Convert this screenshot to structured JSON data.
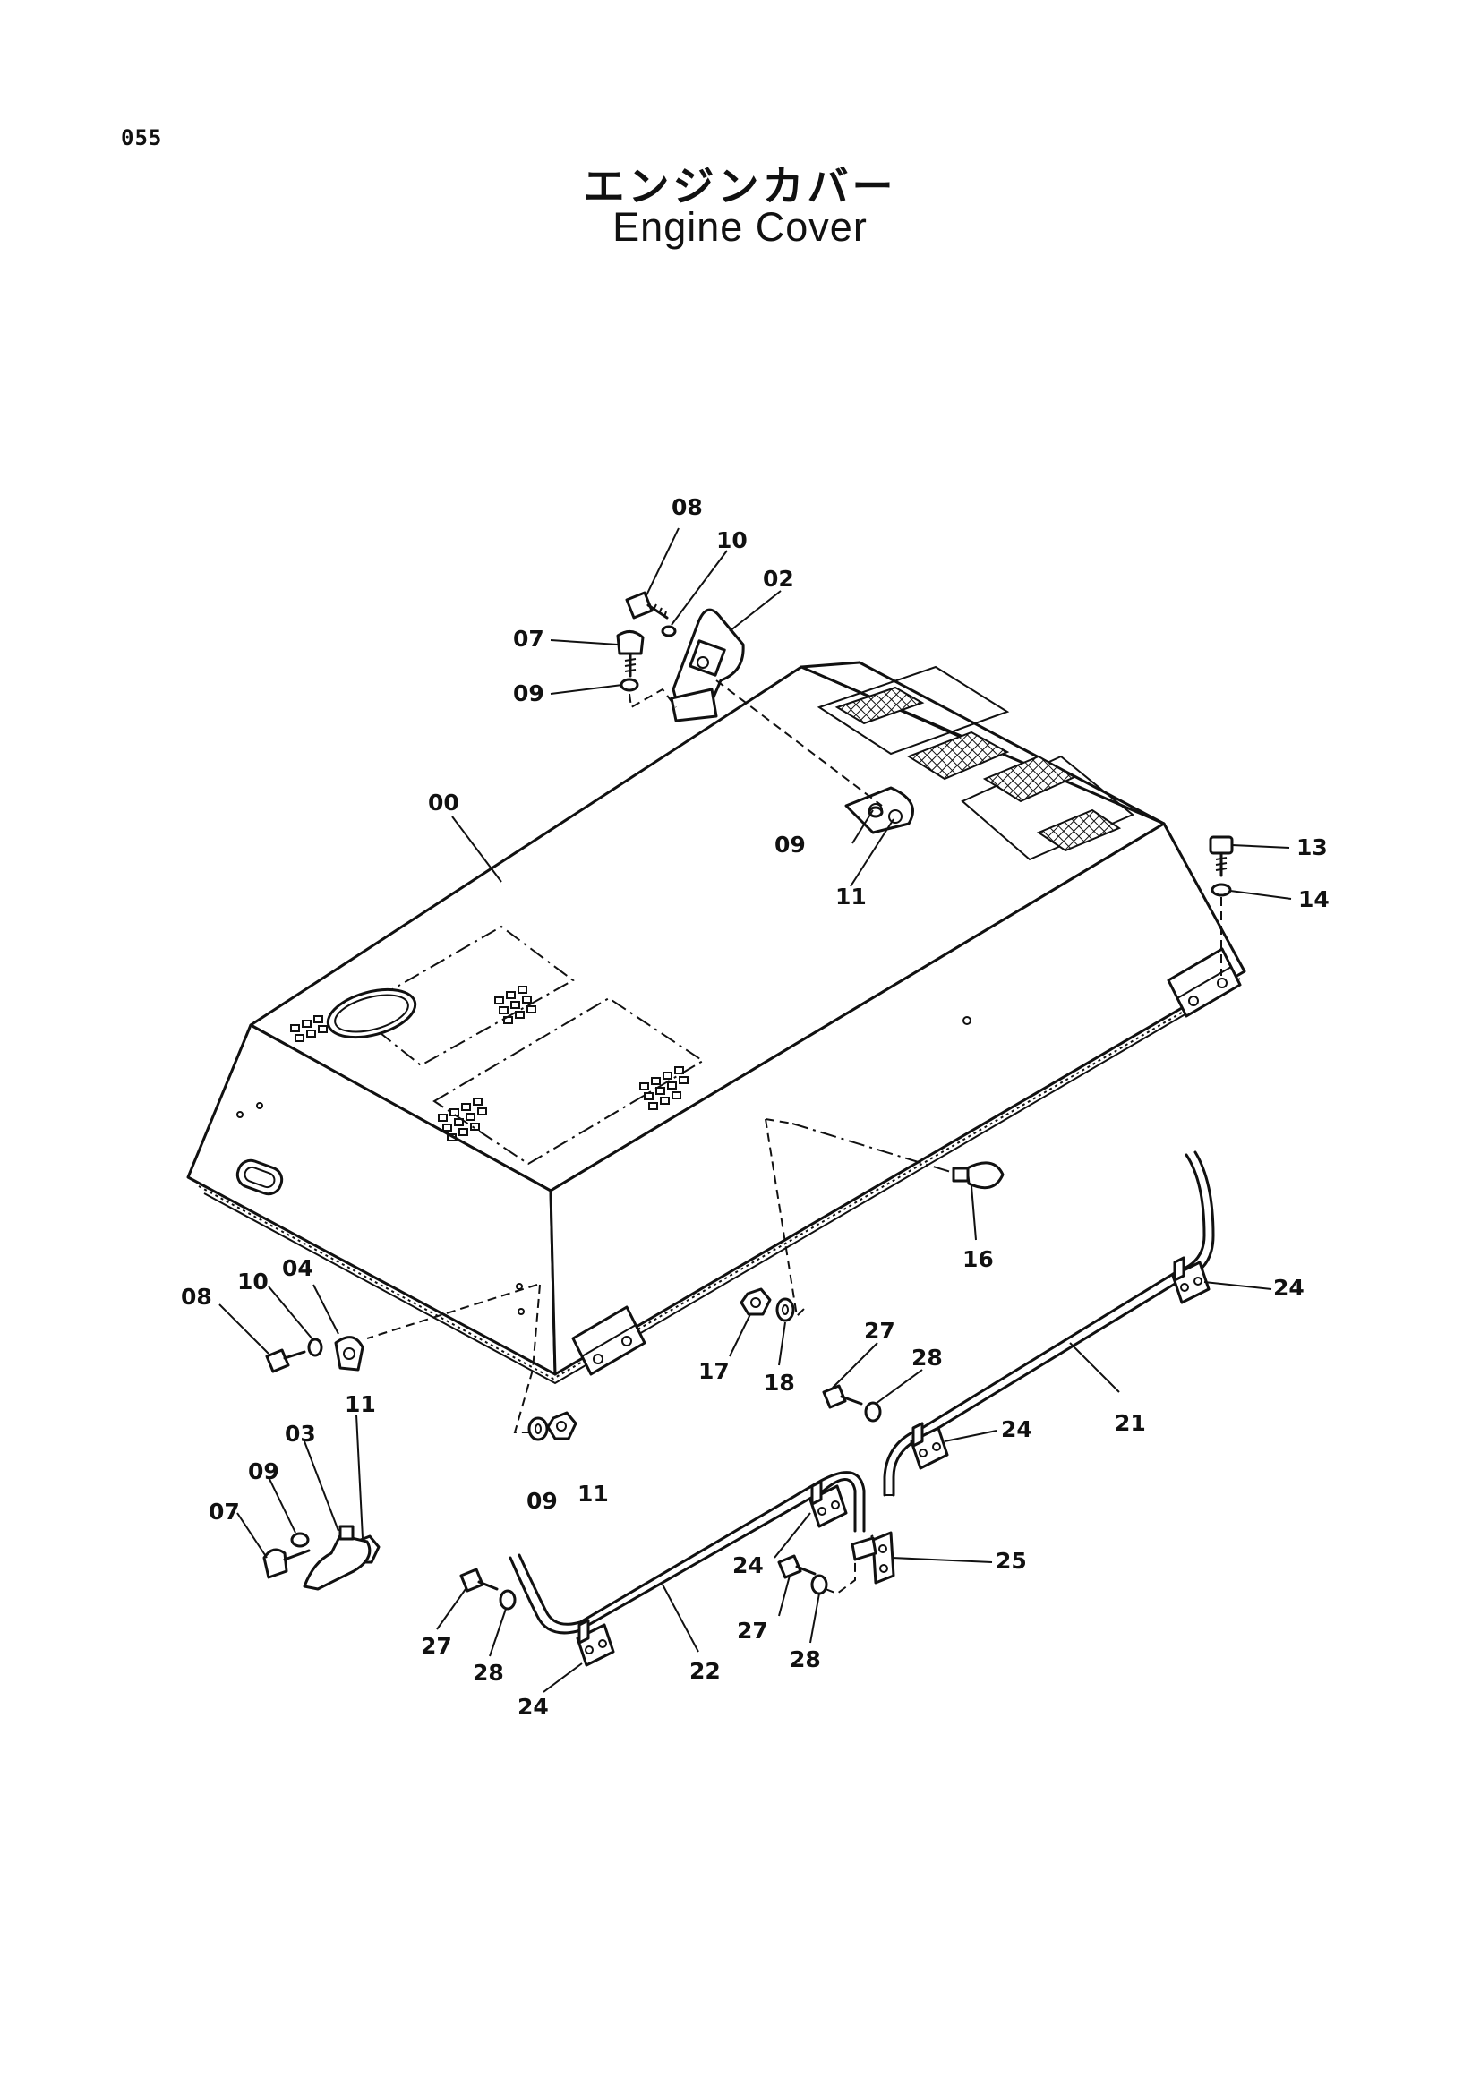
{
  "page_number": "055",
  "title_ja": "エンジンカバー",
  "title_en": "Engine Cover",
  "labels": {
    "l00": "00",
    "l02": "02",
    "l03": "03",
    "l04": "04",
    "l07a": "07",
    "l07b": "07",
    "l08a": "08",
    "l08b": "08",
    "l09a": "09",
    "l09b": "09",
    "l09c": "09",
    "l09d": "09",
    "l10a": "10",
    "l10b": "10",
    "l11a": "11",
    "l11b": "11",
    "l11c": "11",
    "l13": "13",
    "l14": "14",
    "l16": "16",
    "l17": "17",
    "l18": "18",
    "l21": "21",
    "l22": "22",
    "l24a": "24",
    "l24b": "24",
    "l24c": "24",
    "l24d": "24",
    "l25": "25",
    "l27a": "27",
    "l27b": "27",
    "l27c": "27",
    "l28a": "28",
    "l28b": "28",
    "l28c": "28"
  }
}
